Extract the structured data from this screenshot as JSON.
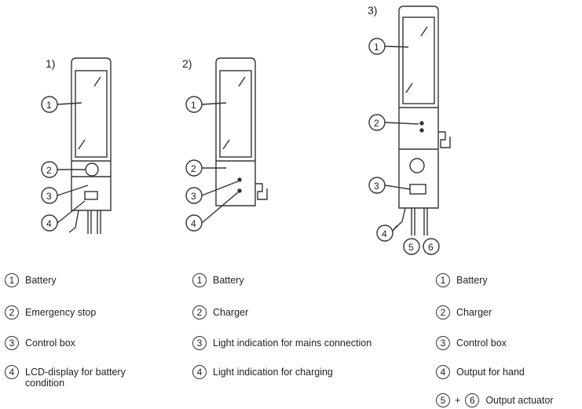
{
  "diagrams": [
    {
      "label": "1)",
      "callouts": [
        "1",
        "2",
        "3",
        "4"
      ]
    },
    {
      "label": "2)",
      "callouts": [
        "1",
        "2",
        "3",
        "4"
      ]
    },
    {
      "label": "3)",
      "callouts": [
        "1",
        "2",
        "3",
        "4",
        "5",
        "6"
      ]
    }
  ],
  "legends": [
    {
      "items": [
        {
          "num": "1",
          "text": "Battery"
        },
        {
          "num": "2",
          "text": "Emergency stop"
        },
        {
          "num": "3",
          "text": "Control box"
        },
        {
          "num": "4",
          "text": "LCD-display for battery condition"
        }
      ]
    },
    {
      "items": [
        {
          "num": "1",
          "text": "Battery"
        },
        {
          "num": "2",
          "text": "Charger"
        },
        {
          "num": "3",
          "text": "Light indication for mains connection"
        },
        {
          "num": "4",
          "text": "Light indication for charging"
        }
      ]
    },
    {
      "items": [
        {
          "num": "1",
          "text": "Battery"
        },
        {
          "num": "2",
          "text": "Charger"
        },
        {
          "num": "3",
          "text": "Control box"
        },
        {
          "num": "4",
          "text": "Output for hand"
        },
        {
          "num_a": "5",
          "plus": "+",
          "num_b": "6",
          "text": "Output actuator"
        }
      ]
    }
  ]
}
